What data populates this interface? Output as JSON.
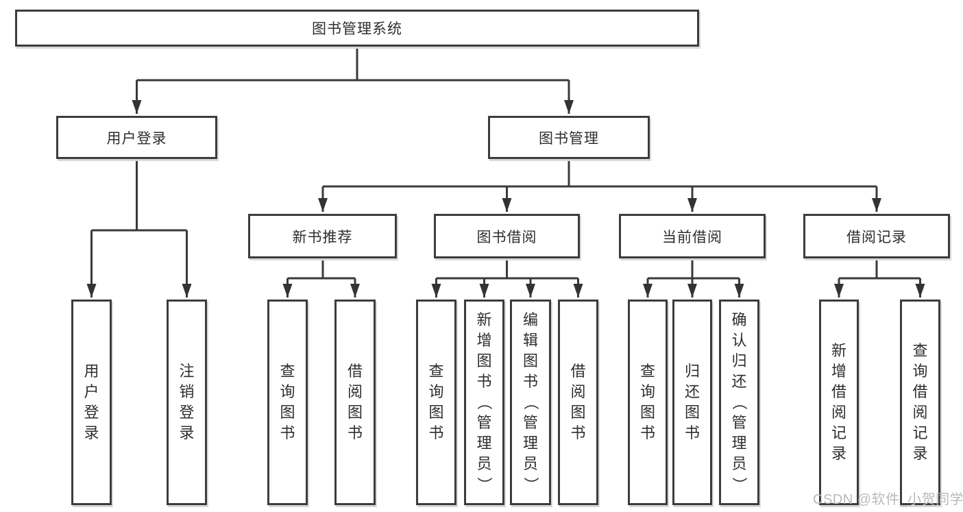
{
  "diagram": {
    "type": "hierarchy-tree",
    "colors": {
      "line": "#3a3a3a",
      "box_border": "#3c3c3c",
      "box_fill": "#ffffff",
      "text": "#2e2e2e",
      "watermark": "#b9b9b9",
      "background": "#ffffff"
    },
    "tree": {
      "label": "图书管理系统",
      "children": [
        {
          "label": "用户登录",
          "children": [
            {
              "label": "用户登录"
            },
            {
              "label": "注销登录"
            }
          ]
        },
        {
          "label": "图书管理",
          "children": [
            {
              "label": "新书推荐",
              "children": [
                {
                  "label": "查询图书"
                },
                {
                  "label": "借阅图书"
                }
              ]
            },
            {
              "label": "图书借阅",
              "children": [
                {
                  "label": "查询图书"
                },
                {
                  "label": "新增图书（管理员）"
                },
                {
                  "label": "编辑图书（管理员）"
                },
                {
                  "label": "借阅图书"
                }
              ]
            },
            {
              "label": "当前借阅",
              "children": [
                {
                  "label": "查询图书"
                },
                {
                  "label": "归还图书"
                },
                {
                  "label": "确认归还（管理员）"
                }
              ]
            },
            {
              "label": "借阅记录",
              "children": [
                {
                  "label": "新增借阅记录"
                },
                {
                  "label": "查询借阅记录"
                }
              ]
            }
          ]
        }
      ]
    },
    "watermark": "CSDN @软件_小贺同学"
  }
}
